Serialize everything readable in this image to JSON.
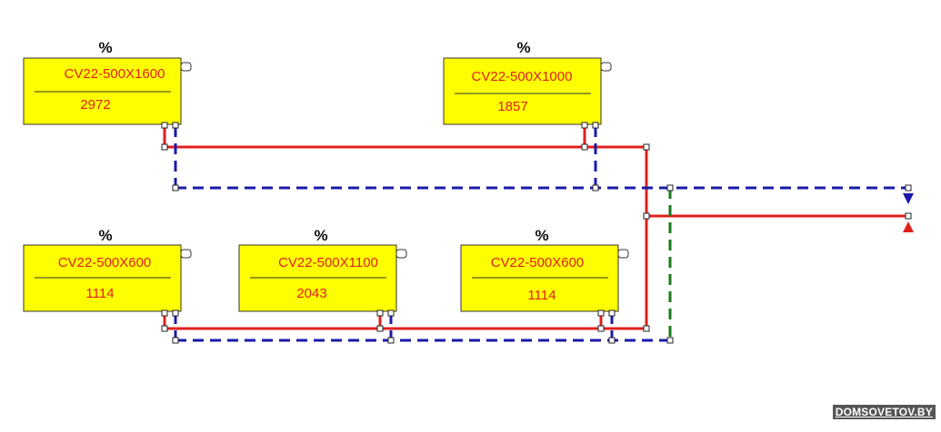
{
  "colors": {
    "supply": "#e0201c",
    "return": "#1a1aaa",
    "bypass": "#1a7a1a",
    "radiator_fill": "#ffff00",
    "radiator_border": "#333333",
    "label_text": "#e0201c"
  },
  "radiators": [
    {
      "id": "rad-top-left",
      "model": "CV22-500X1600",
      "power": "2972",
      "mark": "%"
    },
    {
      "id": "rad-top-right",
      "model": "CV22-500X1000",
      "power": "1857",
      "mark": "%"
    },
    {
      "id": "rad-bottom-left",
      "model": "CV22-500X600",
      "power": "1114",
      "mark": "%"
    },
    {
      "id": "rad-bottom-middle",
      "model": "CV22-500X1100",
      "power": "2043",
      "mark": "%"
    },
    {
      "id": "rad-bottom-right",
      "model": "CV22-500X600",
      "power": "1114",
      "mark": "%"
    }
  ],
  "watermark": "DOMSOVETOV.BY"
}
